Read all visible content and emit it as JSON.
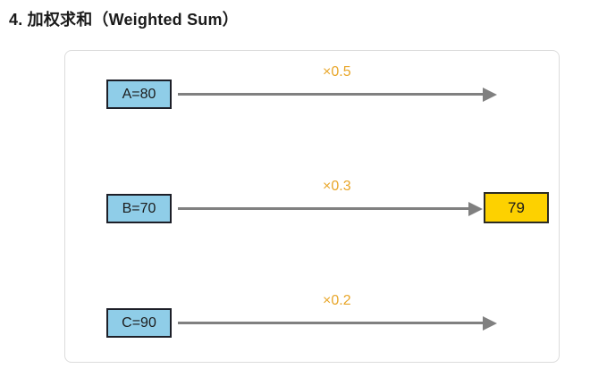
{
  "page": {
    "title": "4. 加权求和（Weighted Sum）"
  },
  "diagram": {
    "type": "weighted-sum",
    "result_label": "79",
    "inputs": [
      {
        "label": "A=80",
        "name": "A",
        "value": 80,
        "weight_label": "×0.5",
        "weight": 0.5
      },
      {
        "label": "B=70",
        "name": "B",
        "value": 70,
        "weight_label": "×0.3",
        "weight": 0.3
      },
      {
        "label": "C=90",
        "name": "C",
        "value": 90,
        "weight_label": "×0.2",
        "weight": 0.2
      }
    ],
    "colors": {
      "input_fill": "#8fcde8",
      "input_border": "#1d1f28",
      "output_fill": "#fdd100",
      "output_border": "#2b2b23",
      "arrow": "#808080",
      "weight_text": "#e8a629",
      "card_border": "#dcdcdc"
    }
  }
}
